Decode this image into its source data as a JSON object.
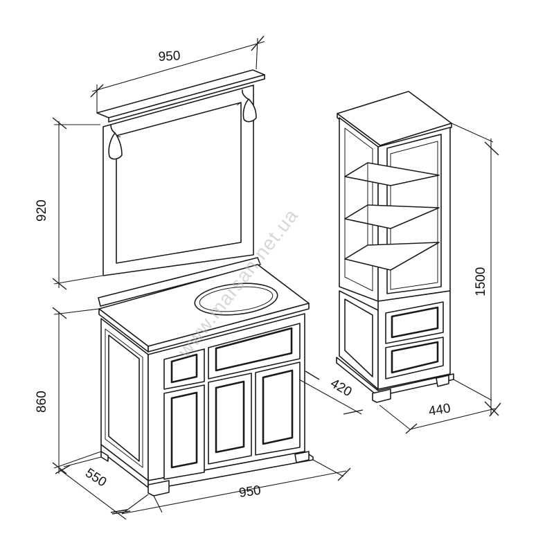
{
  "dimensions": {
    "mirror_width": "950",
    "mirror_height": "920",
    "vanity_height": "860",
    "vanity_depth": "550",
    "vanity_width": "950",
    "cabinet_height": "1500",
    "cabinet_depth": "420",
    "cabinet_width": "440"
  },
  "watermark": "www.marsan.net.ua"
}
